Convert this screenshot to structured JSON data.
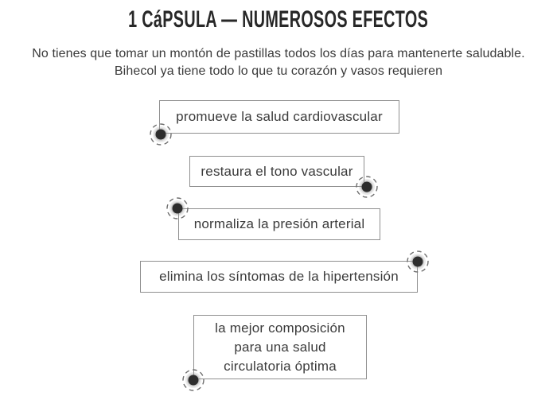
{
  "header": {
    "title": "1 CáPSULA — NUMEROSOS EFECTOS",
    "subtitle_line1": "No tienes que tomar un montón de pastillas todos los días para mantenerte saludable.",
    "subtitle_line2": "Bihecol ya tiene todo lo que tu corazón y vasos requieren"
  },
  "effects": [
    {
      "label": "promueve la salud cardiovascular",
      "marker_position": "bottom-left"
    },
    {
      "label": "restaura el tono vascular",
      "marker_position": "bottom-right"
    },
    {
      "label": "normaliza la presión arterial",
      "marker_position": "top-left"
    },
    {
      "label": "elimina los síntomas de la hipertensión",
      "marker_position": "top-right"
    },
    {
      "label": "la mejor composición\npara una salud\ncirculatoria óptima",
      "marker_position": "bottom-left"
    }
  ],
  "icons": {
    "marker": "dot-marker"
  },
  "colors": {
    "background": "#ffffff",
    "title_text": "#282828",
    "body_text": "#3a3a3a",
    "box_border": "#8f8f8f",
    "box_text": "#3b3b3b",
    "dot_fill": "#2d2d2d",
    "dash_stroke": "#6e6e6e"
  }
}
